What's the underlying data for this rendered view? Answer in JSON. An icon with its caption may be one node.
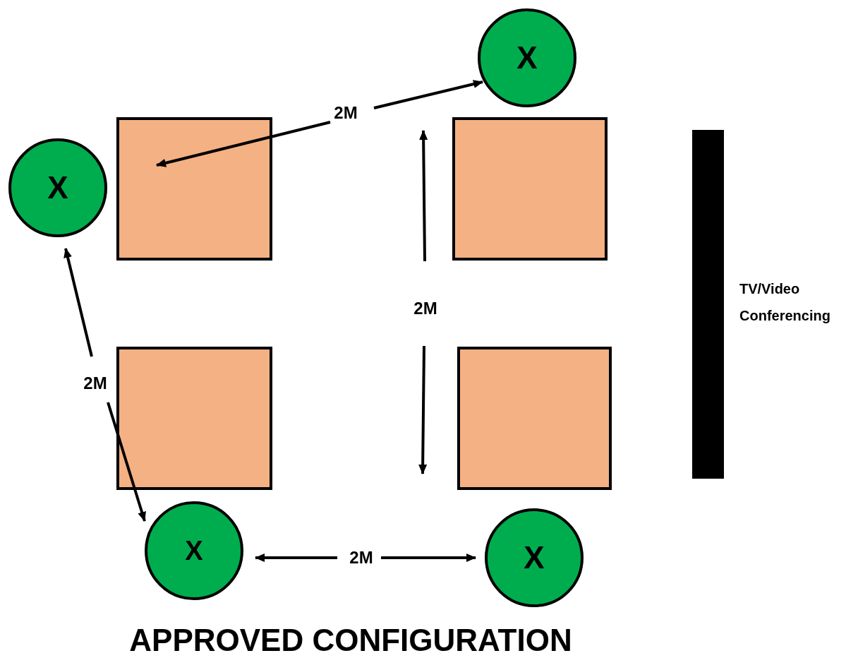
{
  "diagram": {
    "title": "APPROVED CONFIGURATION",
    "nodes": [
      {
        "text": [
          "X"
        ]
      },
      {
        "text": [],
        "shape": "box"
      },
      {
        "text": [],
        "shape": "box"
      },
      {
        "text": [],
        "shape": "bar"
      },
      {
        "text": [
          "X"
        ]
      },
      {
        "text": [],
        "shape": "box"
      },
      {
        "text": [],
        "shape": "box"
      },
      {
        "text": [
          "X"
        ]
      },
      {
        "text": [
          "X"
        ]
      }
    ],
    "labels": [
      "2M",
      "TV/Video Conferencing",
      "2M",
      "2M",
      "2M"
    ]
  }
}
